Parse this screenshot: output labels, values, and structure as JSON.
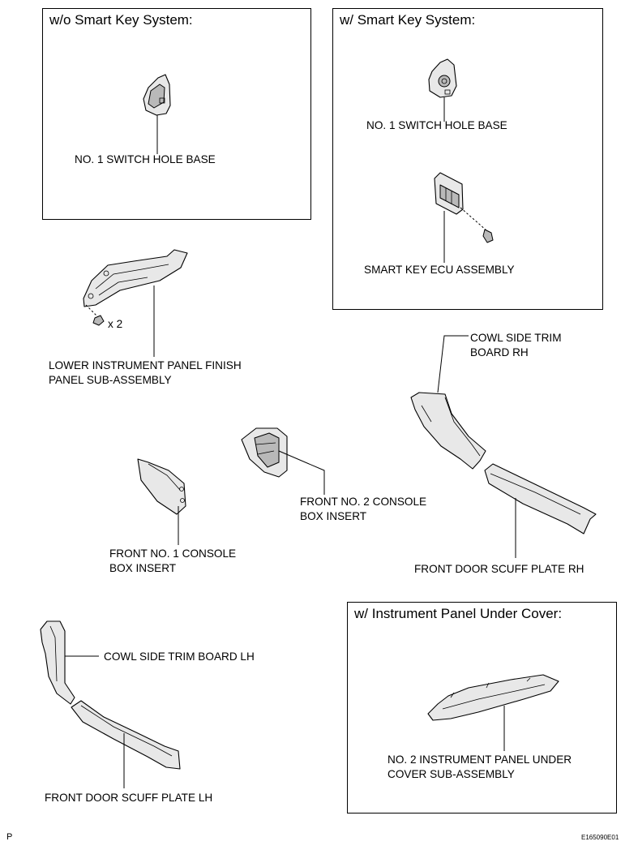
{
  "boxes": {
    "without_smart_key": {
      "title": "w/o Smart Key System:"
    },
    "with_smart_key": {
      "title": "w/ Smart Key System:"
    },
    "with_under_cover": {
      "title": "w/ Instrument Panel Under Cover:"
    }
  },
  "labels": {
    "switch_hole_base_left": [
      "NO. 1 SWITCH HOLE BASE"
    ],
    "switch_hole_base_right": [
      "NO. 1 SWITCH HOLE BASE"
    ],
    "smart_key_ecu": [
      "SMART KEY ECU ASSEMBLY"
    ],
    "lower_finish_panel": [
      "LOWER INSTRUMENT PANEL FINISH",
      "PANEL SUB-ASSEMBLY"
    ],
    "bolt_quantity": [
      "x 2"
    ],
    "cowl_side_rh": [
      "COWL SIDE TRIM",
      "BOARD RH"
    ],
    "front_no2_console": [
      "FRONT NO. 2 CONSOLE",
      "BOX INSERT"
    ],
    "front_no1_console": [
      "FRONT NO. 1 CONSOLE",
      "BOX INSERT"
    ],
    "scuff_plate_rh": [
      "FRONT DOOR SCUFF PLATE RH"
    ],
    "cowl_side_lh": [
      "COWL SIDE TRIM BOARD LH"
    ],
    "scuff_plate_lh": [
      "FRONT DOOR SCUFF PLATE LH"
    ],
    "no2_under_cover": [
      "NO. 2 INSTRUMENT PANEL UNDER",
      "COVER SUB-ASSEMBLY"
    ]
  },
  "corner": {
    "left": "P",
    "right": "E165090E01"
  }
}
